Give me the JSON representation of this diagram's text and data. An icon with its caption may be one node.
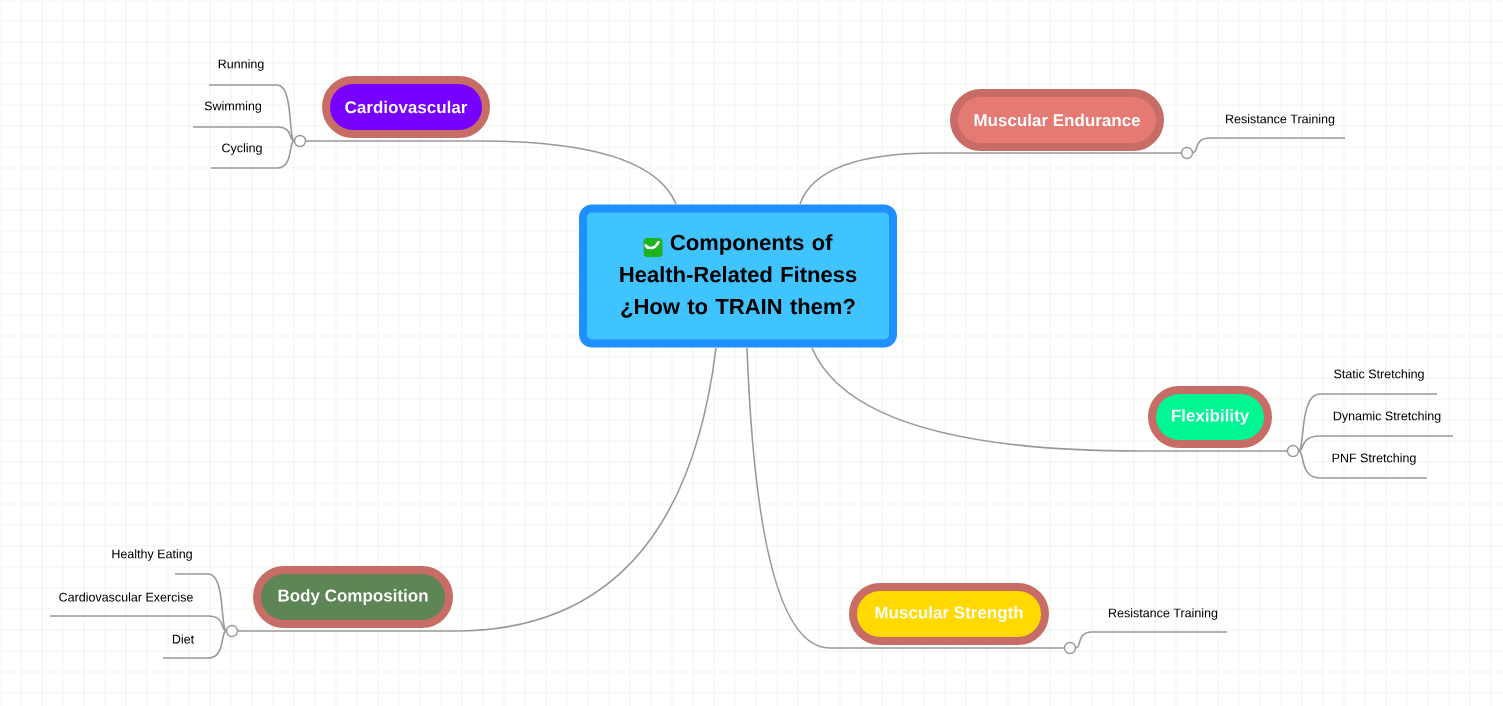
{
  "diagram": {
    "nodes": [
      {
        "text": [
          "Components of Health-Related Fitness ¿How to TRAIN them?"
        ]
      },
      {
        "text": [
          "Cardiovascular"
        ]
      },
      {
        "text": [
          "Running"
        ]
      },
      {
        "text": [
          "Swimming"
        ]
      },
      {
        "text": [
          "Cycling"
        ]
      },
      {
        "text": [
          "Muscular Endurance"
        ]
      },
      {
        "text": [
          "Resistance Training"
        ]
      },
      {
        "text": [
          "Flexibility"
        ]
      },
      {
        "text": [
          "Static Stretching"
        ]
      },
      {
        "text": [
          "Dynamic Stretching"
        ]
      },
      {
        "text": [
          "PNF Stretching"
        ]
      },
      {
        "text": [
          "Body Composition"
        ]
      },
      {
        "text": [
          "Healthy Eating"
        ]
      },
      {
        "text": [
          "Cardiovascular Exercise"
        ]
      },
      {
        "text": [
          "Diet"
        ]
      },
      {
        "text": [
          "Muscular Strength"
        ]
      },
      {
        "text": [
          "Resistance Training"
        ]
      }
    ],
    "edges": [
      {
        "from": 0,
        "to": 1,
        "arrow": "none"
      },
      {
        "from": 1,
        "to": 2,
        "arrow": "none"
      },
      {
        "from": 1,
        "to": 3,
        "arrow": "none"
      },
      {
        "from": 1,
        "to": 4,
        "arrow": "none"
      },
      {
        "from": 0,
        "to": 5,
        "arrow": "none"
      },
      {
        "from": 5,
        "to": 6,
        "arrow": "none"
      },
      {
        "from": 0,
        "to": 7,
        "arrow": "none"
      },
      {
        "from": 7,
        "to": 8,
        "arrow": "none"
      },
      {
        "from": 7,
        "to": 9,
        "arrow": "none"
      },
      {
        "from": 7,
        "to": 10,
        "arrow": "none"
      },
      {
        "from": 0,
        "to": 11,
        "arrow": "none"
      },
      {
        "from": 11,
        "to": 12,
        "arrow": "none"
      },
      {
        "from": 11,
        "to": 13,
        "arrow": "none"
      },
      {
        "from": 11,
        "to": 14,
        "arrow": "none"
      },
      {
        "from": 0,
        "to": 15,
        "arrow": "none"
      },
      {
        "from": 15,
        "to": 16,
        "arrow": "none"
      }
    ]
  }
}
